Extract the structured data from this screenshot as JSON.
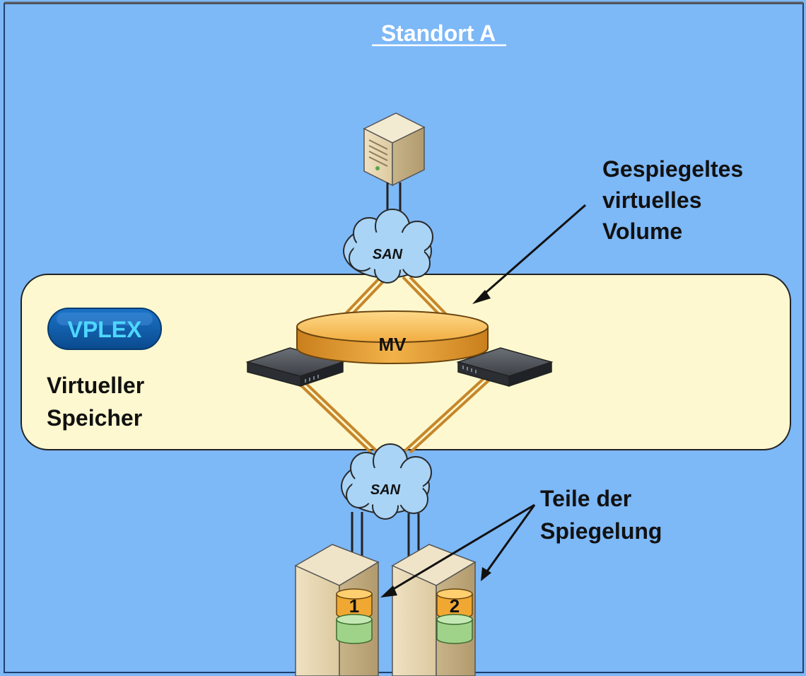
{
  "site_title": "Standort A",
  "vplex_badge": "VPLEX",
  "virtual_storage_label": [
    "Virtueller",
    "Speicher"
  ],
  "mirrored_volume_label": [
    "Gespiegeltes",
    "virtuelles",
    "Volume"
  ],
  "mirror_legs_label": [
    "Teile der",
    "Spiegelung"
  ],
  "san_top_label": "SAN",
  "san_bottom_label": "SAN",
  "volume_label": "MV",
  "leg_1_label": "1",
  "leg_2_label": "2",
  "colors": {
    "background": "#7db8f7",
    "vplex_band": "#fdf8cf",
    "vplex_badge": "#0d5aa7",
    "vplex_text": "#4fd7ff",
    "volume": "#e9a33a",
    "link": "#c7862a",
    "cloud": "#a9d4f6",
    "drive_top": "#f0a832",
    "drive_bottom": "#9fd38a"
  }
}
